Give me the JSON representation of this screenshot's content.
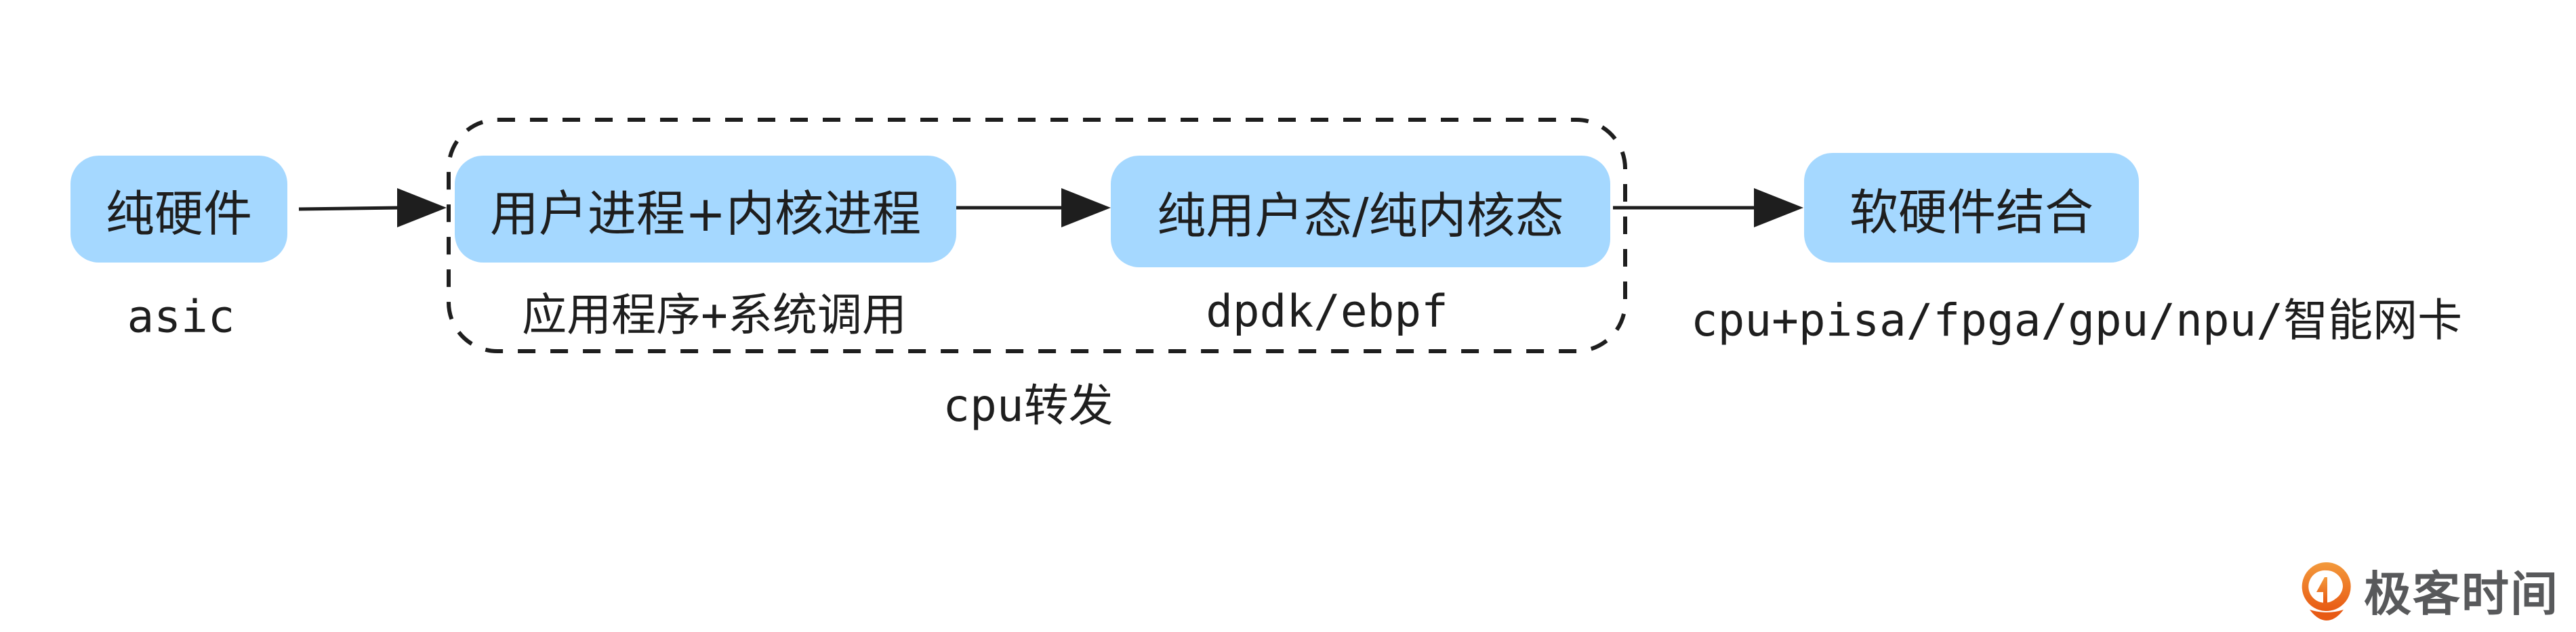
{
  "nodes": {
    "pure_hardware": "纯硬件",
    "user_kernel_process": "用户进程+内核进程",
    "pure_user_kernel_mode": "纯用户态/纯内核态",
    "hw_sw_combined": "软硬件结合"
  },
  "labels": {
    "asic": "asic",
    "app_syscall": "应用程序+系统调用",
    "dpdk_ebpf": "dpdk/ebpf",
    "cpu_forwarding": "cpu转发",
    "accelerators": "cpu+pisa/fpga/gpu/npu/智能网卡"
  },
  "logo": {
    "text": "极客时间"
  },
  "colors": {
    "node_fill": "#a5d8ff",
    "stroke": "#1e1e1e",
    "logo_orange": "#ed6d1d"
  }
}
